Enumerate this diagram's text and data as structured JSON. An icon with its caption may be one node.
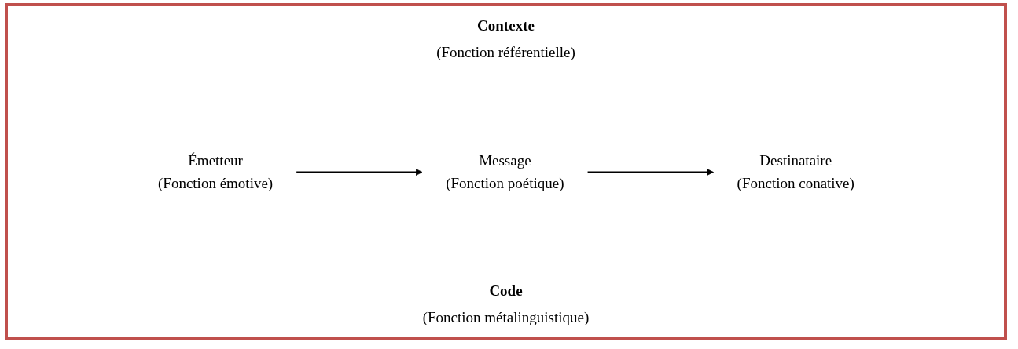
{
  "diagram": {
    "nodes": [
      {
        "text": [
          "Émetteur",
          "(Fonction émotive)"
        ]
      },
      {
        "text": [
          "Message",
          "(Fonction poétique)"
        ]
      },
      {
        "text": [
          "Destinataire",
          "(Fonction conative)"
        ]
      }
    ],
    "edges": [
      {
        "from": 0,
        "to": 1,
        "arrow": "to"
      },
      {
        "from": 1,
        "to": 2,
        "arrow": "to"
      }
    ],
    "labels": [
      "Contexte",
      "(Fonction référentielle)",
      "Code",
      "(Fonction métalinguistique)"
    ]
  }
}
